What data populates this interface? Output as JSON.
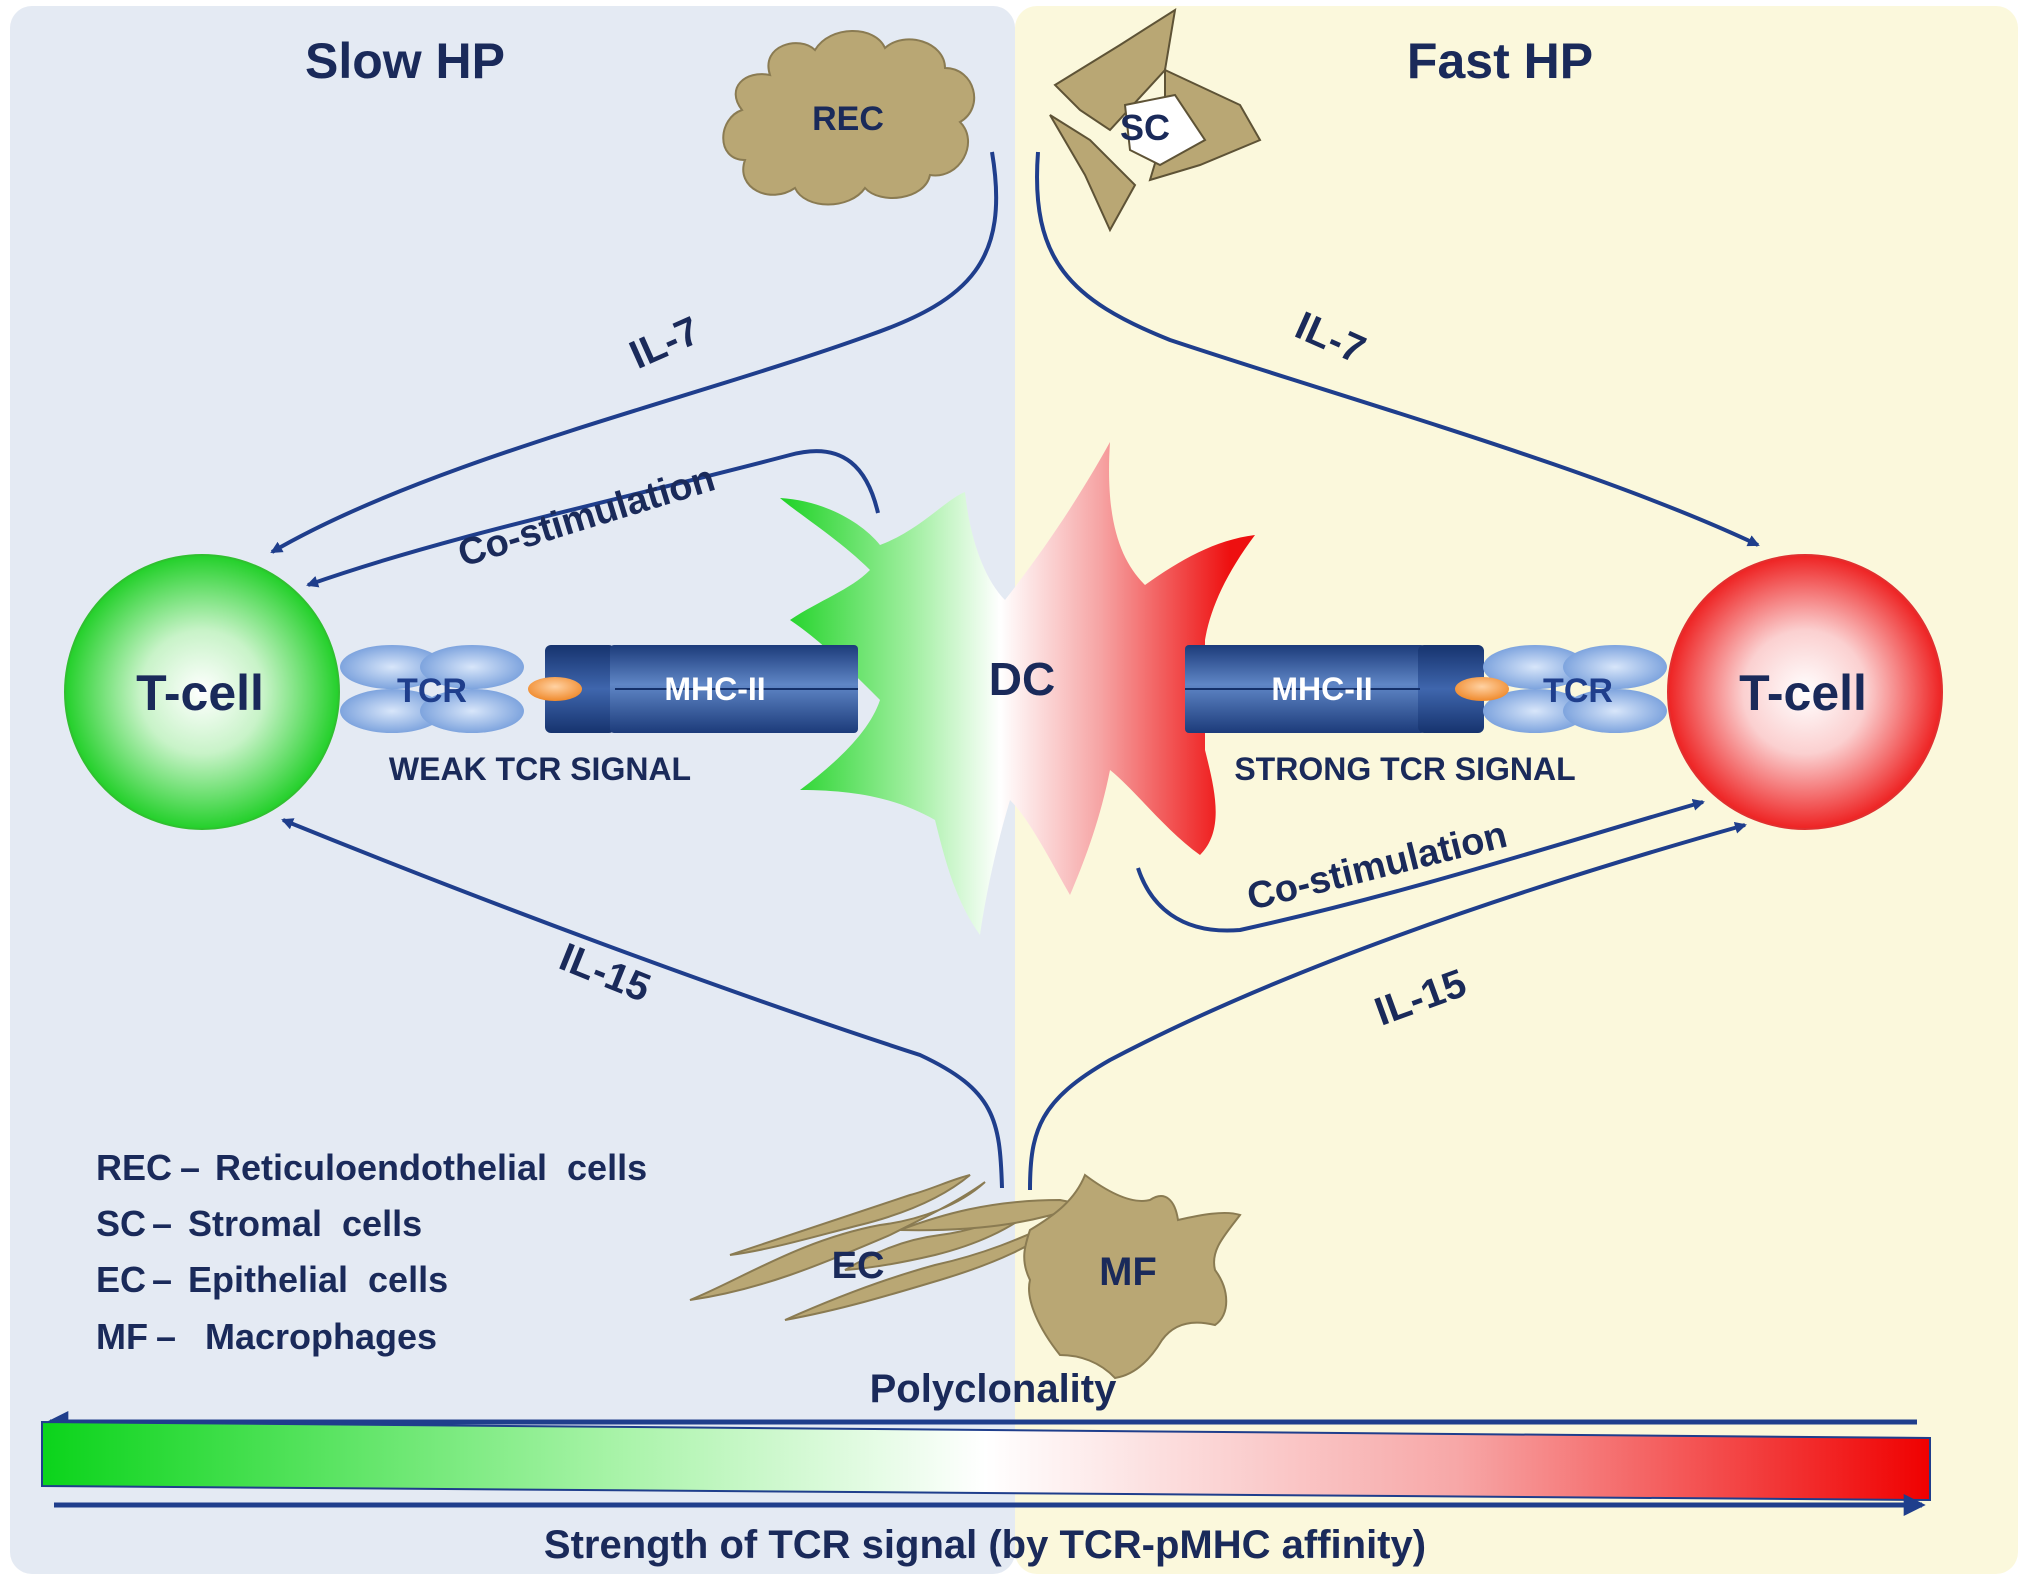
{
  "panels": {
    "left_title": "Slow HP",
    "right_title": "Fast HP"
  },
  "cells": {
    "rec": "REC",
    "sc": "SC",
    "ec": "EC",
    "mf": "MF",
    "dc": "DC",
    "tcell_left": "T-cell",
    "tcell_right": "T-cell"
  },
  "molecules": {
    "tcr_left": "TCR",
    "tcr_right": "TCR",
    "mhc_left": "MHC-II",
    "mhc_right": "MHC-II"
  },
  "signals": {
    "weak": "WEAK TCR SIGNAL",
    "strong": "STRONG TCR SIGNAL"
  },
  "arrows": {
    "il7_left": "IL-7",
    "il7_right": "IL-7",
    "il15_left": "IL-15",
    "il15_right": "IL-15",
    "costim_left": "Co-stimulation",
    "costim_right": "Co-stimulation"
  },
  "legend": [
    {
      "abbr": "REC",
      "dash": "–",
      "meaning": "Reticuloendothelial  cells"
    },
    {
      "abbr": "SC",
      "dash": "–",
      "meaning": "Stromal  cells"
    },
    {
      "abbr": "EC",
      "dash": "–",
      "meaning": "Epithelial  cells"
    },
    {
      "abbr": "MF",
      "dash": "–",
      "meaning": "Macrophages"
    }
  ],
  "scale": {
    "top_label": "Polyclonality",
    "bottom_label": "Strength of TCR signal (by TCR-pMHC affinity)"
  },
  "colors": {
    "left_bg": "#e4eaf3",
    "right_bg": "#fbf8dc",
    "arrow": "#1f3e8c",
    "text": "#1a2a5a",
    "tan": "#b9a774",
    "green": "#18d020",
    "red": "#ee1c1c"
  }
}
